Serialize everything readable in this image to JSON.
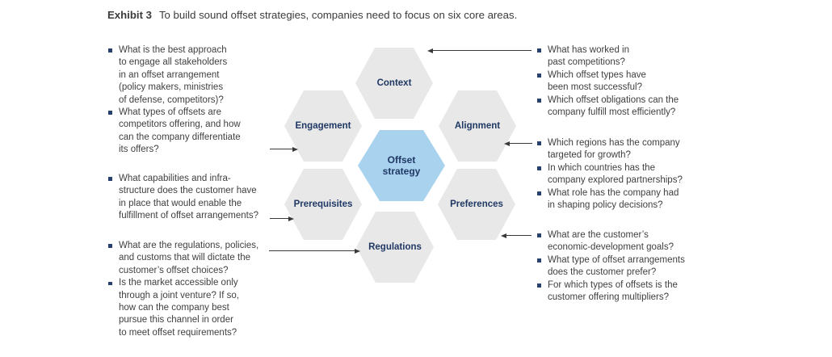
{
  "title": {
    "label": "Exhibit 3",
    "text": "To build sound offset strategies, companies need to focus on six core areas."
  },
  "hexagons": {
    "center": "Offset\nstrategy",
    "context": "Context",
    "alignment": "Alignment",
    "engagement": "Engagement",
    "preferences": "Preferences",
    "prerequisites": "Prerequisites",
    "regulations": "Regulations"
  },
  "questions": {
    "left": [
      {
        "target": "engagement",
        "items": [
          "What is the best approach\nto engage all stakeholders\nin an offset arrangement\n(policy makers, ministries\nof defense, competitors)?",
          "What types of offsets are\ncompetitors offering, and how\ncan the company differentiate\nits offers?"
        ]
      },
      {
        "target": "prerequisites",
        "items": [
          "What capabilities and infra-\nstructure does the customer have\nin place that would enable the\nfulfillment of offset arrangements?"
        ]
      },
      {
        "target": "regulations",
        "items": [
          "What are the regulations, policies,\nand customs that will dictate the\ncustomer’s offset choices?",
          "Is the market accessible only\nthrough a joint venture? If so,\nhow can the company best\npursue this channel in order\nto meet offset requirements?"
        ]
      }
    ],
    "right": [
      {
        "target": "context",
        "items": [
          "What has worked in\npast competitions?",
          "Which offset types have\nbeen most successful?",
          "Which offset obligations can the\ncompany fulfill most efficiently?"
        ]
      },
      {
        "target": "alignment",
        "items": [
          "Which regions has the company\ntargeted for growth?",
          "In which countries has the\ncompany explored partnerships?",
          "What role has the company had\nin shaping policy decisions?"
        ]
      },
      {
        "target": "preferences",
        "items": [
          "What are the customer’s\neconomic-development goals?",
          "What type of offset arrangements\ndoes the customer prefer?",
          "For which types of offsets is the\ncustomer offering multipliers?"
        ]
      }
    ]
  },
  "colors": {
    "hex_gray": "#e8e8e8",
    "hex_blue": "#a9d2ee",
    "label_navy": "#1f3864",
    "body_text": "#404040",
    "arrow": "#3a3a3a"
  }
}
